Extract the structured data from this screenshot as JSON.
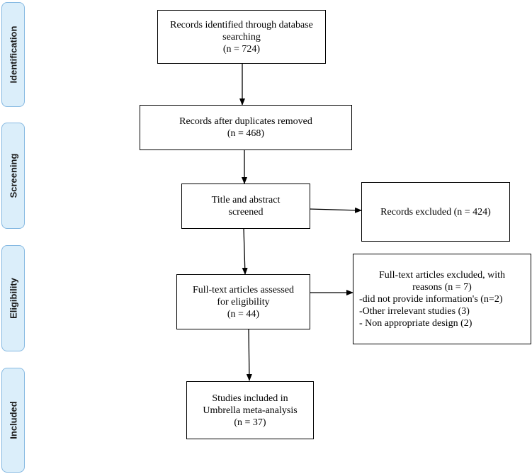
{
  "phases": {
    "identification": "Identification",
    "screening": "Screening",
    "eligibility": "Eligibility",
    "included": "Included"
  },
  "boxes": {
    "identified": [
      "Records identified through database",
      "searching",
      "(n = 724)"
    ],
    "deduplicated": [
      "Records after duplicates removed",
      "(n = 468)"
    ],
    "screened": [
      "Title and abstract",
      "screened"
    ],
    "excluded_screening": [
      "Records excluded (n = 424)"
    ],
    "fulltext_assessed": [
      "Full-text articles assessed",
      "for eligibility",
      "(n = 44)"
    ],
    "fulltext_excluded": [
      "Full-text articles excluded, with",
      "reasons (n = 7)",
      "-did not provide information's (n=2)",
      "-Other irrelevant studies (3)",
      "- Non appropriate design (2)"
    ],
    "included": [
      "Studies included in",
      "Umbrella meta-analysis",
      "(n = 37)"
    ]
  }
}
